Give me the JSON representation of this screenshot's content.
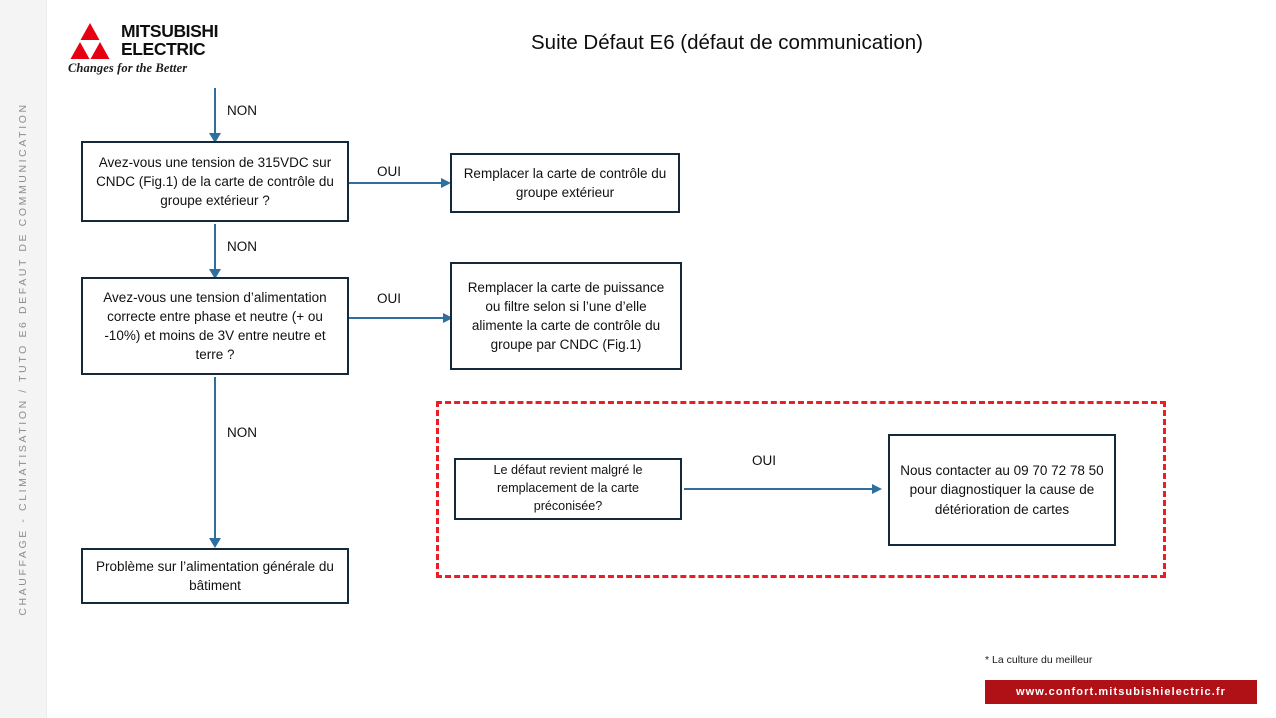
{
  "sidebar": {
    "label": "CHAUFFAGE - CLIMATISATION / TUTO E6 DEFAUT DE COMMUNICATION",
    "bg_color": "#f4f4f4",
    "text_color": "#8a8e93"
  },
  "logo": {
    "name": "mitsubishi-electric-logo",
    "line1": "MITSUBISHI",
    "line2": "ELECTRIC",
    "tagline": "Changes for the Better",
    "mark_color": "#e60012"
  },
  "header": {
    "title": "Suite Défaut E6 (défaut de communication)"
  },
  "colors": {
    "node_border": "#15293d",
    "connector": "#2d6f9e",
    "dashed_zone": "#ee1c25",
    "url_bar": "#b01117"
  },
  "flow": {
    "nodes": [
      {
        "id": "q1",
        "type": "question",
        "text": "Avez-vous une tension de 315VDC sur CNDC (Fig.1) de la carte de contrôle du groupe extérieur ?"
      },
      {
        "id": "a1",
        "type": "action",
        "text": "Remplacer la carte de contrôle du groupe extérieur"
      },
      {
        "id": "q2",
        "type": "question",
        "text": "Avez-vous une tension d’alimentation correcte entre phase et neutre (+ ou -10%) et moins de 3V entre neutre et terre ?"
      },
      {
        "id": "a2",
        "type": "action",
        "text": "Remplacer la carte de puissance ou filtre selon si l’une d’elle alimente la carte de contrôle du groupe par CNDC (Fig.1)"
      },
      {
        "id": "final",
        "type": "outcome",
        "text": "Problème sur l’alimentation générale du bâtiment"
      },
      {
        "id": "q3",
        "type": "question",
        "text": "Le défaut revient malgré le remplacement de la carte préconisée?"
      },
      {
        "id": "contact",
        "type": "outcome",
        "text": "Nous contacter au 09 70 72 78 50 pour diagnostiquer la cause de détérioration de cartes"
      }
    ],
    "edges": [
      {
        "id": "c1",
        "from": "entry",
        "to": "q1",
        "label": "NON"
      },
      {
        "id": "c2",
        "from": "q1",
        "to": "a1",
        "label": "OUI"
      },
      {
        "id": "c3",
        "from": "q1",
        "to": "q2",
        "label": "NON"
      },
      {
        "id": "c4",
        "from": "q2",
        "to": "a2",
        "label": "OUI"
      },
      {
        "id": "c5",
        "from": "q2",
        "to": "final",
        "label": "NON"
      },
      {
        "id": "c6",
        "from": "q3",
        "to": "contact",
        "label": "OUI"
      }
    ]
  },
  "footer": {
    "footnote": "* La culture du meilleur",
    "url": "www.confort.mitsubishielectric.fr"
  }
}
